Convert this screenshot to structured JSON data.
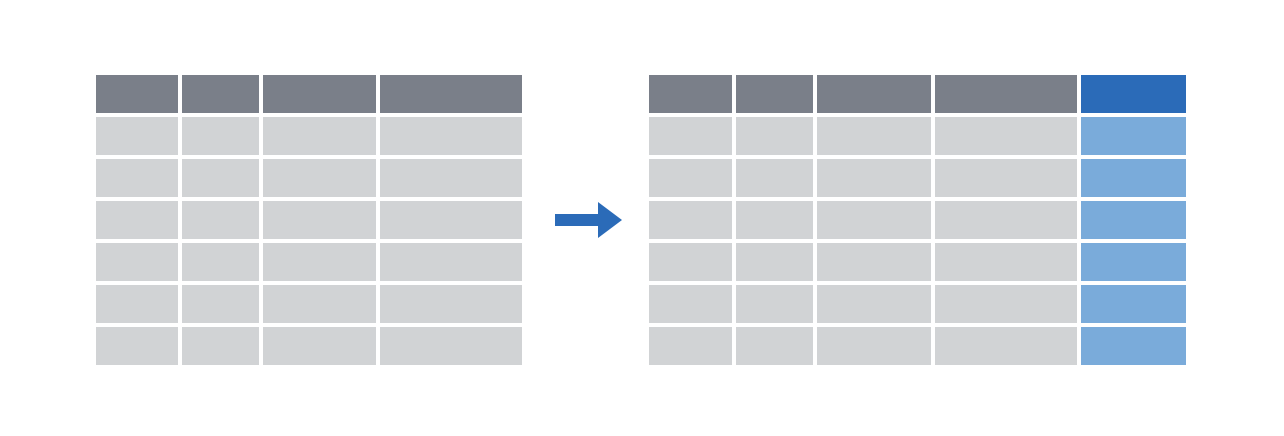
{
  "before_table": {
    "rows": 6,
    "columns": 4
  },
  "after_table": {
    "rows": 6,
    "columns": 5,
    "highlighted_column_index": 4
  },
  "arrow_icon": "right-arrow-icon",
  "colors": {
    "header": "#7a7f89",
    "cell": "#d1d3d5",
    "highlight_header": "#2b6bb8",
    "highlight_cell": "#7aabda",
    "arrow": "#2b6bb8",
    "background": "#ffffff"
  }
}
